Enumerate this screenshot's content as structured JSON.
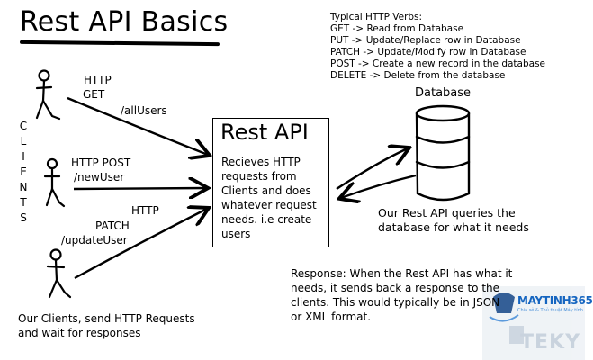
{
  "title": "Rest API Basics",
  "verbs": [
    "Typical HTTP Verbs:",
    "GET -> Read from Database",
    "PUT -> Update/Replace row in Database",
    "PATCH -> Update/Modify row in Database",
    "POST -> Create a new record in the database",
    "DELETE -> Delete from the database"
  ],
  "clients_vertical": [
    "C",
    "L",
    "I",
    "E",
    "N",
    "T",
    "S"
  ],
  "requests": {
    "get_method": "HTTP",
    "get_verb": "GET",
    "get_path": "/allUsers",
    "post_method": "HTTP POST",
    "post_path": "/newUser",
    "patch_http": "HTTP",
    "patch_verb": "PATCH",
    "patch_path": "/updateUser"
  },
  "api": {
    "title": "Rest API",
    "description": [
      "Recieves HTTP",
      "requests from",
      "Clients and does",
      "whatever request",
      "needs. i.e create",
      "users"
    ]
  },
  "database": {
    "label": "Database",
    "description": [
      "Our Rest API queries the",
      "database for what it needs"
    ]
  },
  "response": [
    "Response: When the Rest API has what it",
    "needs, it sends back a response to the",
    "clients. This would typically be in JSON",
    "or XML format."
  ],
  "clients_desc": [
    "Our Clients, send HTTP Requests",
    "and wait for responses"
  ],
  "watermark": {
    "brand": "MAYTINH365",
    "tagline": "Chia sẻ & Thủ thuật Máy tính",
    "teky": "TEKY",
    "colors": {
      "brand": "#1565c0",
      "accent": "#4a90d9",
      "teky": "#c9d3de"
    }
  }
}
